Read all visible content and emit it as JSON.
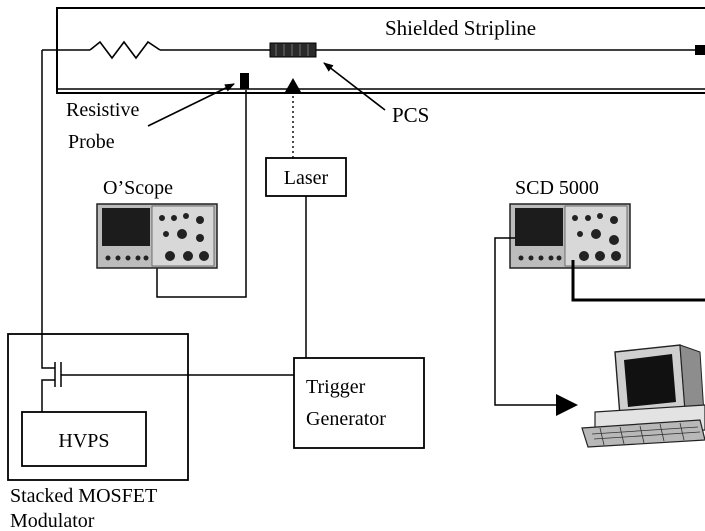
{
  "title": "Shielded Stripline",
  "labels": {
    "resistive_probe": [
      "Resistive",
      "Probe"
    ],
    "pcs": "PCS",
    "oscilloscope": "O’Scope",
    "laser": "Laser",
    "scd": "SCD 5000",
    "trigger": [
      "Trigger",
      "Generator"
    ],
    "hvps": "HVPS",
    "modulator": [
      "Stacked MOSFET",
      "Modulator"
    ]
  },
  "icons": {
    "resistor": "resistor-zigzag-icon",
    "pcs_switch": "photoconductive-switch-icon",
    "oscilloscope": "oscilloscope-icon",
    "digitizer": "digitizer-icon",
    "computer": "computer-workstation-icon",
    "mosfet": "mosfet-switch-icon"
  },
  "colors": {
    "ink": "#000000",
    "background": "#ffffff",
    "screen": "#1c1c1c",
    "chassis": "#9a9a9a"
  }
}
